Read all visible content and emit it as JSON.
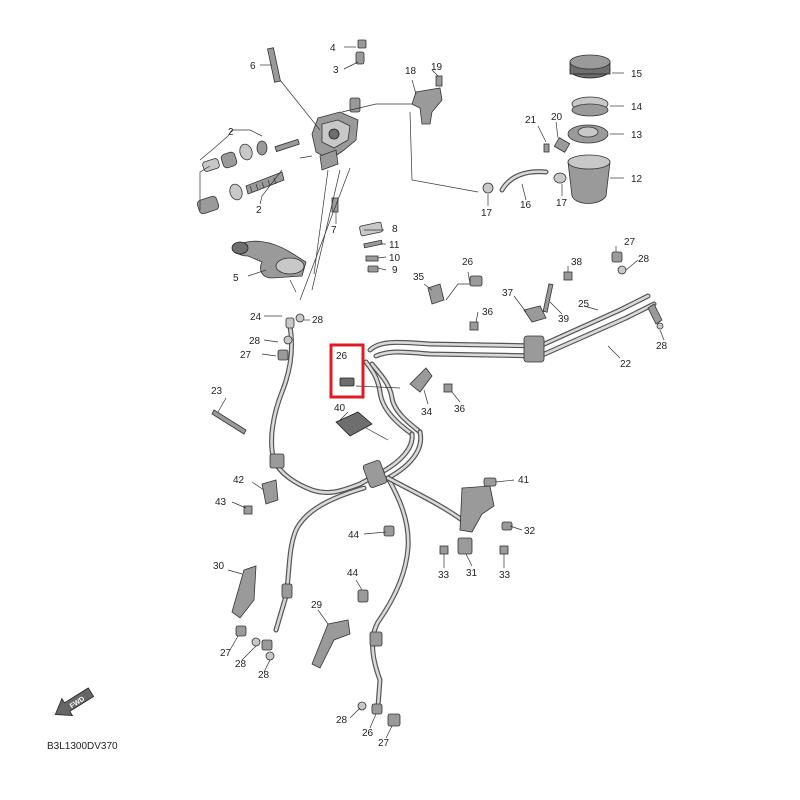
{
  "diagram_code": "B3L1300DV370",
  "fwd_label": "FWD",
  "highlight_color": "#e01b24",
  "callouts": {
    "c1": "4",
    "c2": "3",
    "c3": "6",
    "c4": "18",
    "c5": "19",
    "c6": "15",
    "c7": "14",
    "c8": "13",
    "c9": "12",
    "c10": "21",
    "c11": "20",
    "c12": "2",
    "c13": "2",
    "c14": "7",
    "c15": "8",
    "c16": "11",
    "c17": "10",
    "c18": "9",
    "c19": "5",
    "c20": "16",
    "c21": "17",
    "c22": "17",
    "c23": "27",
    "c24": "28",
    "c25": "38",
    "c26": "26",
    "c27": "35",
    "c28": "37",
    "c29": "36",
    "c30": "39",
    "c31": "25",
    "c32": "22",
    "c33": "28",
    "c34": "24",
    "c35": "28",
    "c36": "28",
    "c37": "27",
    "c38": "26",
    "c39": "40",
    "c40": "23",
    "c41": "34",
    "c42": "36",
    "c43": "42",
    "c44": "43",
    "c45": "41",
    "c46": "32",
    "c47": "44",
    "c48": "31",
    "c49": "33",
    "c50": "33",
    "c51": "30",
    "c52": "44",
    "c53": "29",
    "c54": "27",
    "c55": "28",
    "c56": "28",
    "c57": "28",
    "c58": "26",
    "c59": "27"
  }
}
